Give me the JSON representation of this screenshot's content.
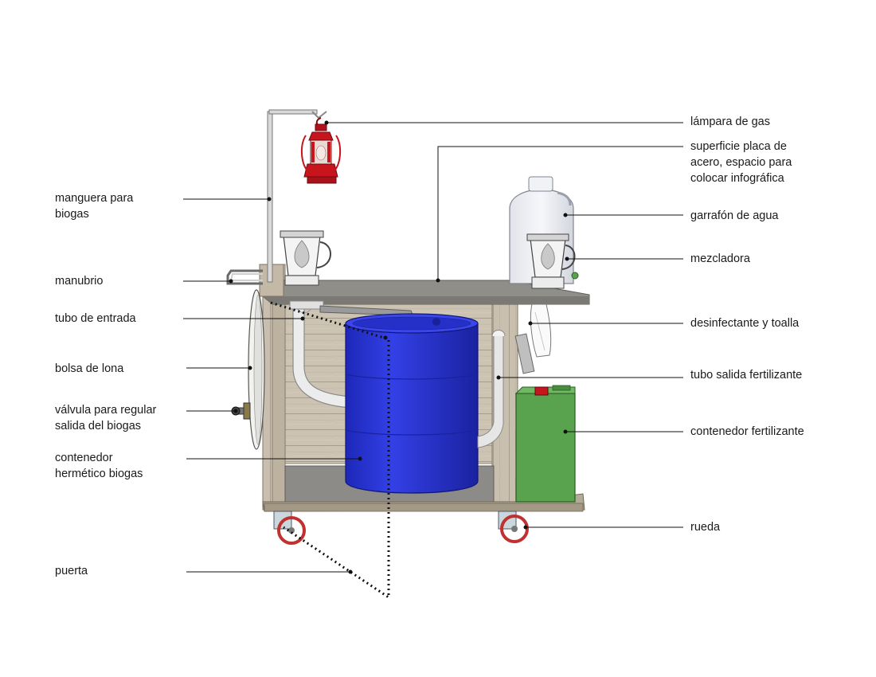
{
  "diagram": {
    "labels_left": {
      "manguera": "manguera para\nbiogas",
      "manubrio": "manubrio",
      "tubo_entrada": "tubo de entrada",
      "bolsa": "bolsa de lona",
      "valvula": "válvula para regular\nsalida del biogas",
      "contenedor_hermetico": "contenedor\nhermético biogas",
      "puerta": "puerta"
    },
    "labels_right": {
      "lampara": "lámpara de gas",
      "superficie": "superficie placa de\nacero, espacio para\ncolocar infográfica",
      "garrafon": "garrafón de agua",
      "mezcladora": "mezcladora",
      "desinfectante": "desinfectante y toalla",
      "tubo_salida": "tubo salida fertilizante",
      "contenedor_fertilizante": "contenedor fertilizante",
      "rueda": "rueda"
    },
    "colors": {
      "wood": "#c9bfae",
      "wood_dark": "#a99d89",
      "shelf": "#8f8d88",
      "barrel": "#2b36d9",
      "barrel_dark": "#1c24a8",
      "pipe": "#e6e6e6",
      "lamp": "#c8141c",
      "jerrycan": "#5aa34e",
      "wheel": "#c0312f",
      "canvas": "#f4f4f2",
      "leader": "#111111"
    }
  }
}
